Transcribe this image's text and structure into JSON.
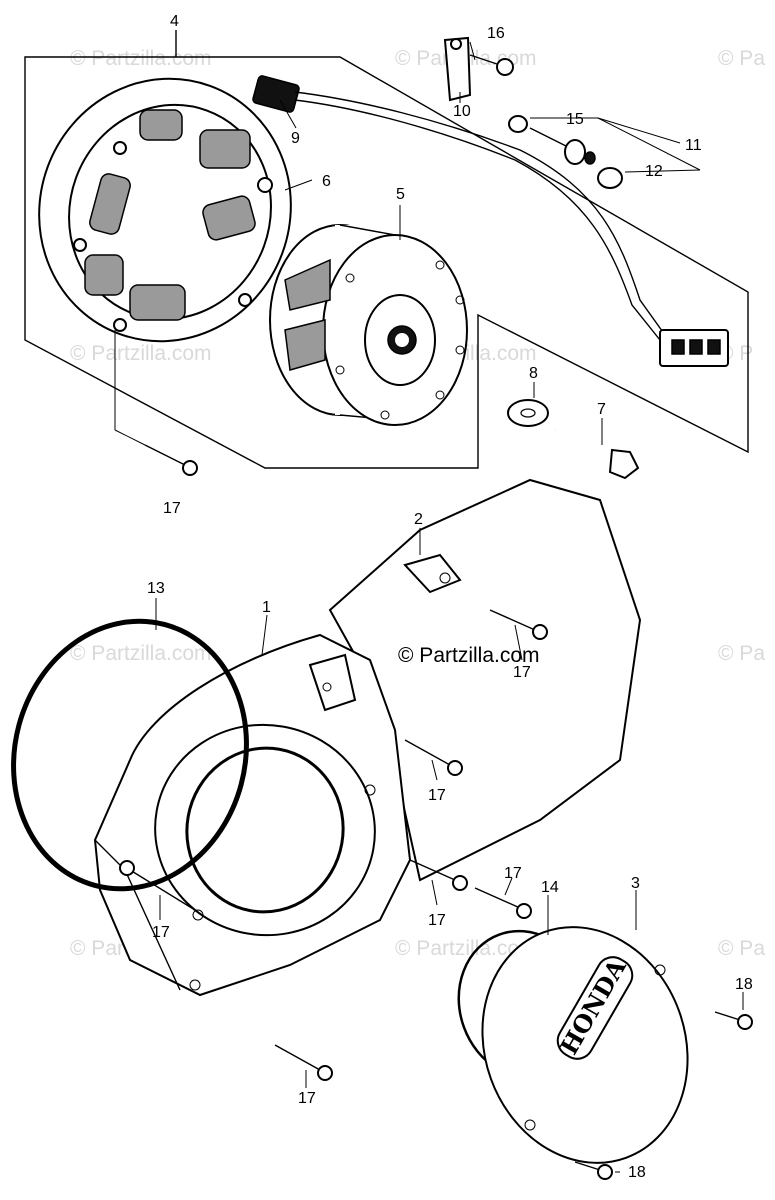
{
  "watermark": {
    "main_text": "© Partzilla.com",
    "tile_text": "© Partzilla.com",
    "tile_text_right": "© Pa",
    "tile_text_right_short": "© P"
  },
  "logo_text": "HONDA",
  "callouts": {
    "c1": "1",
    "c2": "2",
    "c3": "3",
    "c4": "4",
    "c5": "5",
    "c6": "6",
    "c7": "7",
    "c8": "8",
    "c9": "9",
    "c10": "10",
    "c11": "11",
    "c12": "12",
    "c13": "13",
    "c14": "14",
    "c15": "15",
    "c16": "16",
    "c17a": "17",
    "c17b": "17",
    "c17c": "17",
    "c17d": "17",
    "c17e": "17",
    "c17f": "17",
    "c17g": "17",
    "c18a": "18",
    "c18b": "18"
  }
}
